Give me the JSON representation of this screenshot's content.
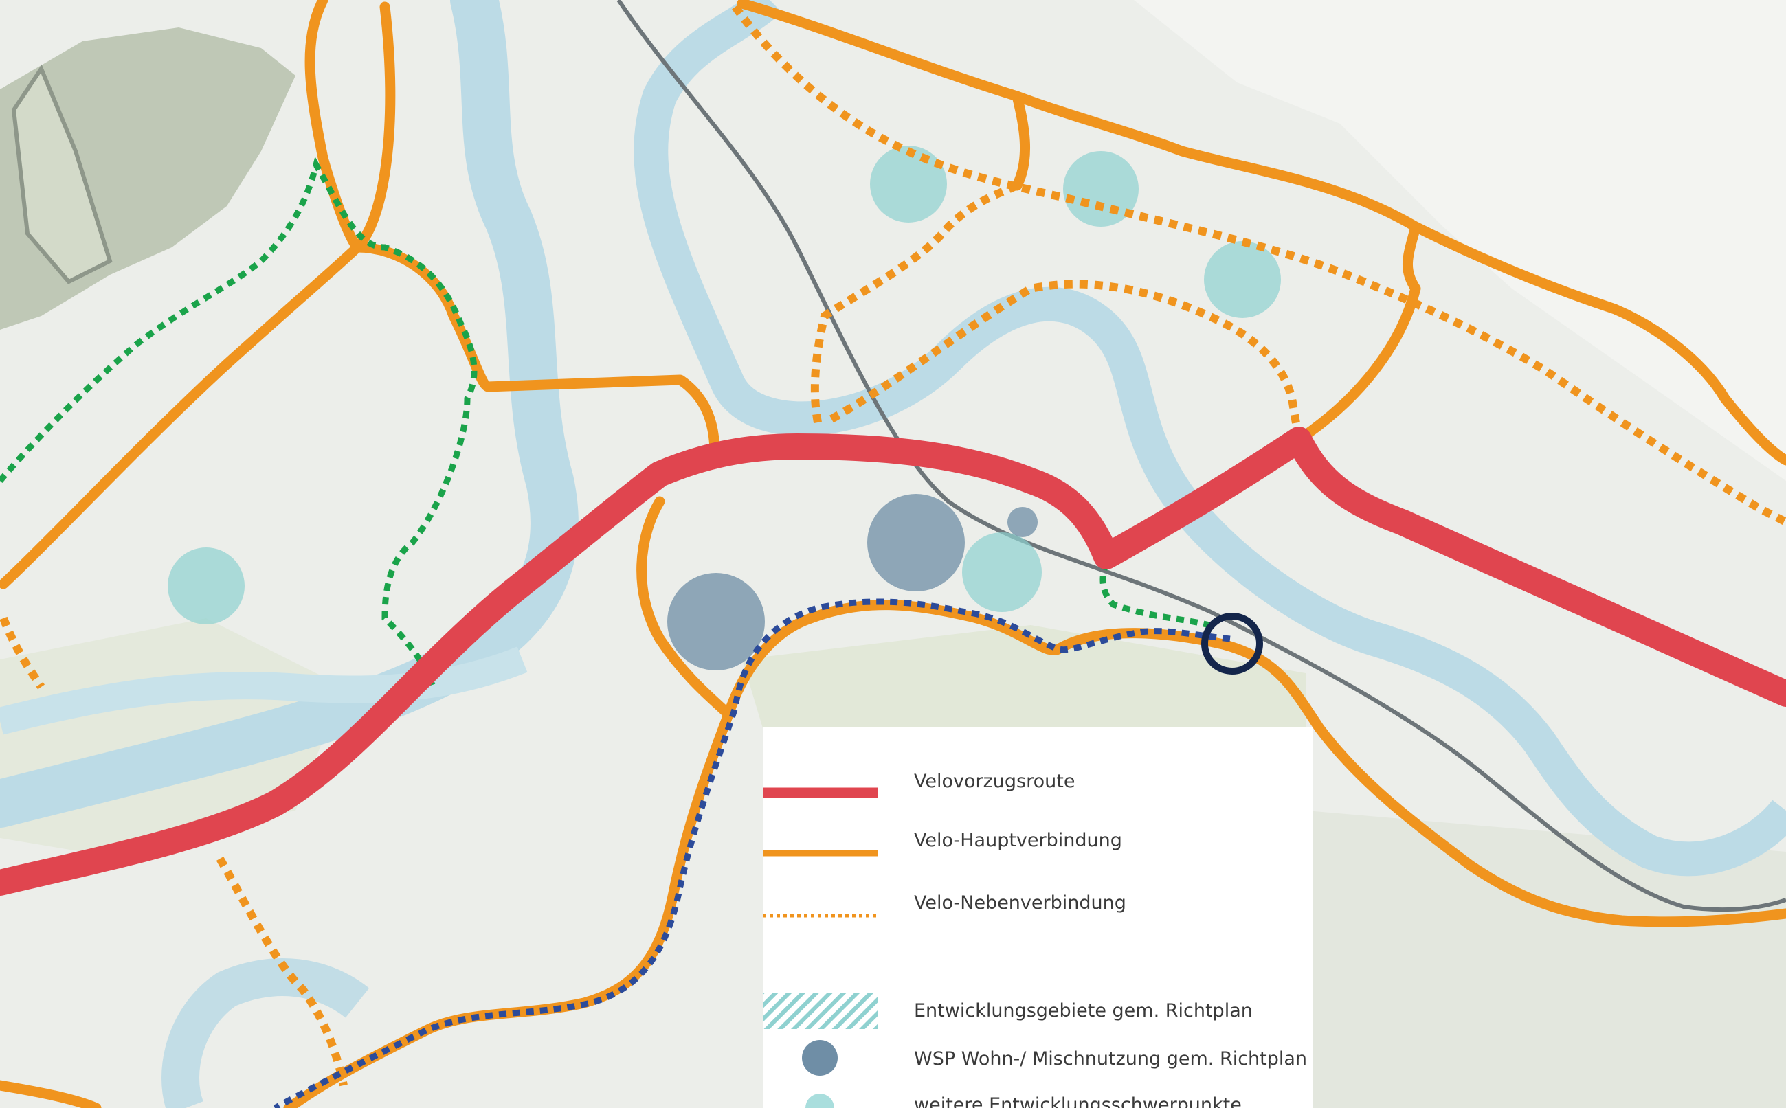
{
  "map": {
    "colors": {
      "velovorzugsroute": "#e0454f",
      "hauptverbindung": "#f0941e",
      "nebenverbindung": "#f0941e",
      "green_dotted": "#1aa34a",
      "blue_dotted": "#2c4b9a",
      "wsp": "#6f8ea6",
      "entwicklung": "#8fd1d0",
      "river": "#bcdbe6",
      "marker_ring": "#14264b"
    },
    "icons": [
      "location-ring-marker",
      "wsp-circle",
      "development-circle"
    ]
  },
  "legend": {
    "items": [
      {
        "label": "Velovorzugsroute",
        "symbol": "thick-red-line"
      },
      {
        "label": "Velo-Hauptverbindung",
        "symbol": "orange-line"
      },
      {
        "label": "Velo-Nebenverbindung",
        "symbol": "orange-dotted-line"
      },
      {
        "label": "Entwicklungsgebiete gem. Richtplan",
        "symbol": "hatched-cyan"
      },
      {
        "label": "WSP Wohn-/ Mischnutzung gem. Richtplan",
        "symbol": "dark-teal-circle"
      },
      {
        "label": "weitere Entwicklungsschwerpunkte",
        "symbol": "light-teal-circle"
      }
    ]
  }
}
